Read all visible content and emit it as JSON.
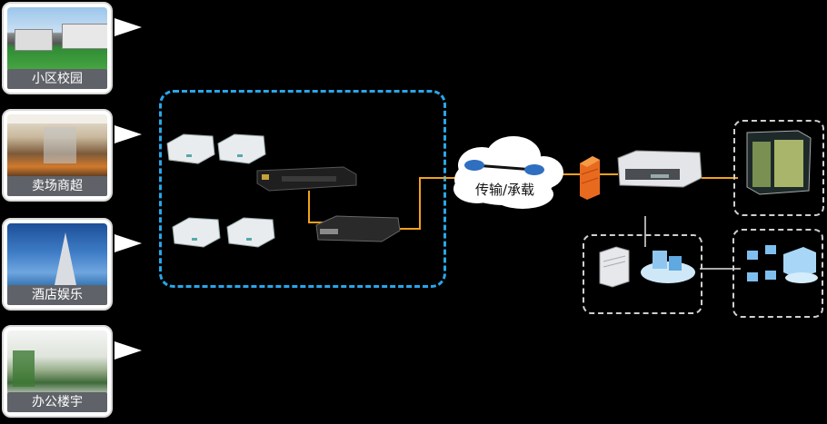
{
  "scenarios": [
    {
      "label": "小区校园"
    },
    {
      "label": "卖场商超"
    },
    {
      "label": "酒店娱乐"
    },
    {
      "label": "办公楼宇"
    }
  ],
  "cloud": {
    "label": "传输/承载"
  },
  "colors": {
    "link": "#f0a21a",
    "zone_border": "#2aa6e8",
    "dashed_box": "#cfcfcf",
    "caption_bg": "#5f6268"
  }
}
